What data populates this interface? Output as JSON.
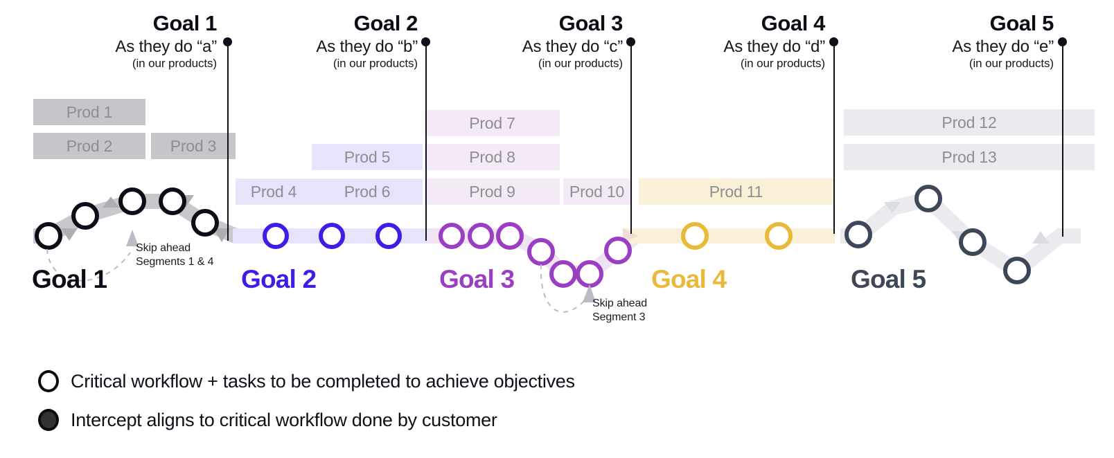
{
  "colors": {
    "goal1": "#0d0d17",
    "goal2": "#3b1fe8",
    "goal3": "#9a3fc4",
    "goal4": "#e9b93a",
    "goal5": "#3d4757",
    "track_gray": "#c8c8cc",
    "track_blue": "#e6e3fb",
    "track_purple": "#f0e4f4",
    "track_yellow": "#faf0d7",
    "track_light": "#e9ebee",
    "bar_gray": "#c6c6ca",
    "bar_blue": "#e6e3fb",
    "bar_purple": "#f4eaf6",
    "bar_yellow": "#faf0d7",
    "bar_light": "#e9ebee",
    "bar_text": "#8e8e92",
    "leader": "#101018"
  },
  "goal_headers": [
    {
      "title": "Goal 1",
      "subtitle": "As they do “a”",
      "note": "(in our products)"
    },
    {
      "title": "Goal 2",
      "subtitle": "As they do “b”",
      "note": "(in our products)"
    },
    {
      "title": "Goal 3",
      "subtitle": "As they do “c”",
      "note": "(in our products)"
    },
    {
      "title": "Goal 4",
      "subtitle": "As they do “d”",
      "note": "(in our products)"
    },
    {
      "title": "Goal 5",
      "subtitle": "As they do “e”",
      "note": "(in our products)"
    }
  ],
  "goal_labels": [
    {
      "text": "Goal 1"
    },
    {
      "text": "Goal 2"
    },
    {
      "text": "Goal 3"
    },
    {
      "text": "Goal 4"
    },
    {
      "text": "Goal 5"
    }
  ],
  "products": [
    {
      "label": "Prod 1"
    },
    {
      "label": "Prod 2"
    },
    {
      "label": "Prod 3"
    },
    {
      "label": "Prod 4"
    },
    {
      "label": "Prod 5"
    },
    {
      "label": "Prod 6"
    },
    {
      "label": "Prod 7"
    },
    {
      "label": "Prod 8"
    },
    {
      "label": "Prod 9"
    },
    {
      "label": "Prod 10"
    },
    {
      "label": "Prod 11"
    },
    {
      "label": "Prod 12"
    },
    {
      "label": "Prod 13"
    }
  ],
  "annotations": [
    {
      "line1": "Skip ahead",
      "line2": "Segments 1 & 4"
    },
    {
      "line1": "Skip ahead",
      "line2": "Segment 3"
    }
  ],
  "legend": [
    {
      "marker": "open-circle",
      "text": "Critical workflow + tasks to be completed to achieve objectives"
    },
    {
      "marker": "filled-circle",
      "text": "Intercept aligns to critical workflow done by customer"
    }
  ]
}
